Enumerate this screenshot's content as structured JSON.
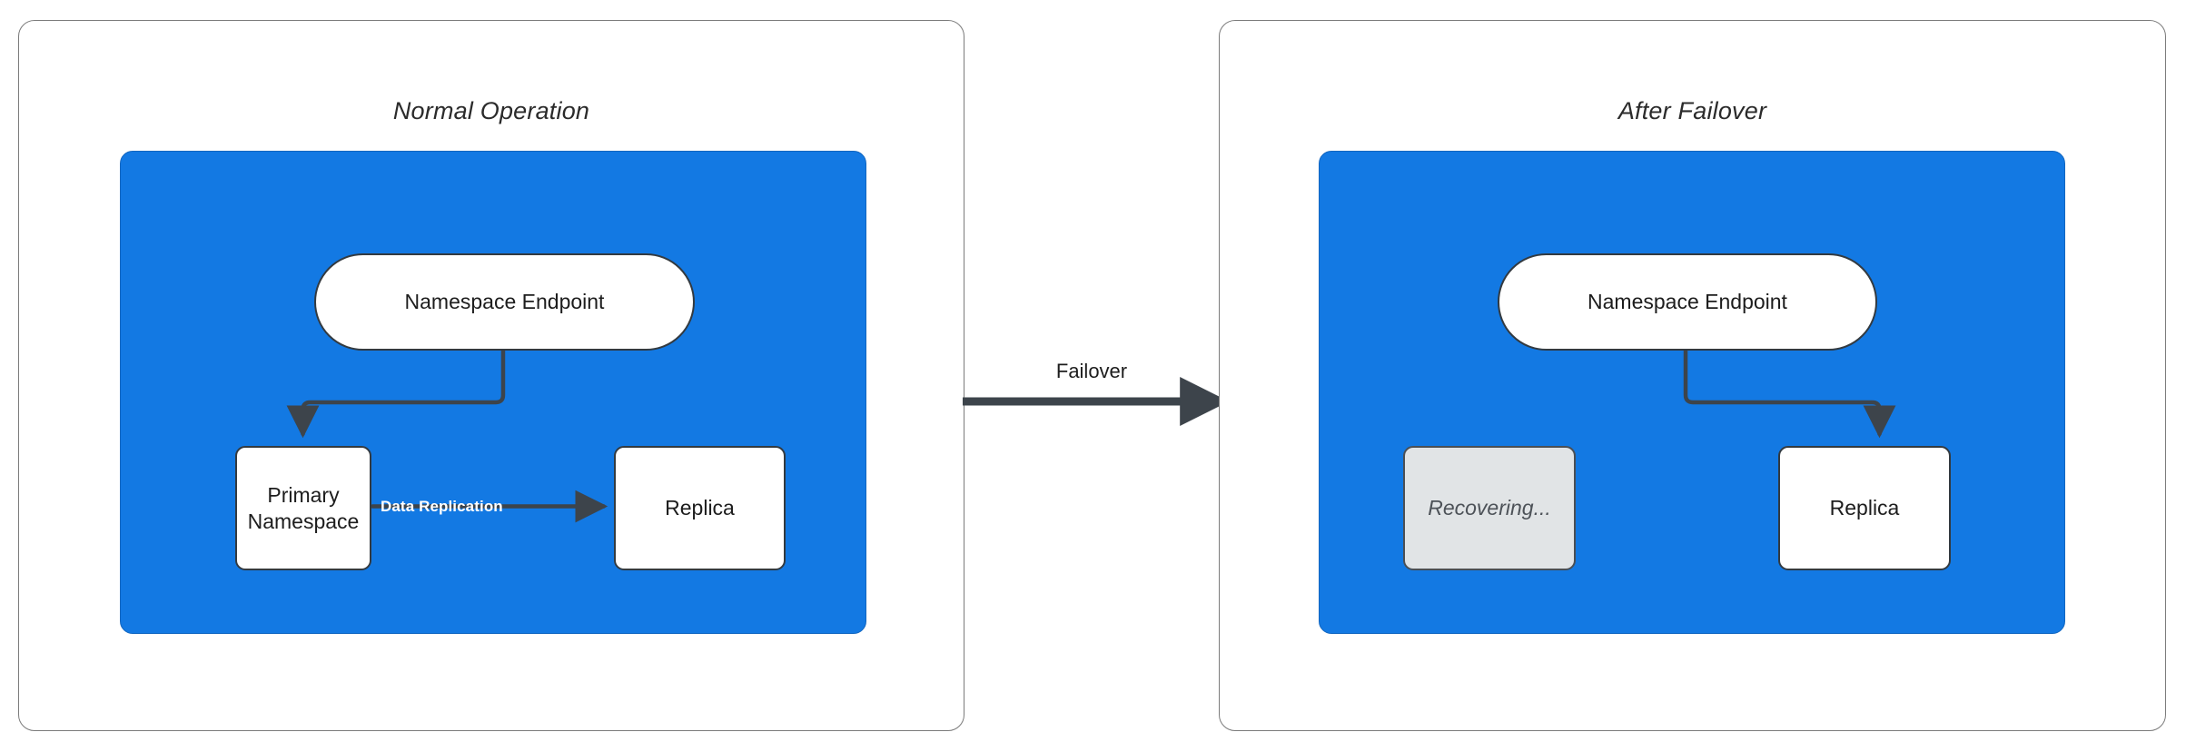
{
  "diagram": {
    "title_hidden": "",
    "colors": {
      "cluster_blue": "#1379e3",
      "node_border": "#333a40",
      "node_fill": "#ffffff",
      "recovering_fill": "#e1e4e6",
      "panel_border": "#7b7b7b",
      "edge_stroke": "#3d444b",
      "edge_label_text": "#ffffff",
      "title_text": "#2b2b2b"
    }
  },
  "panels": [
    {
      "id": "normal-operation",
      "title": "Normal Operation",
      "nodes": [
        {
          "id": "endpoint",
          "label": "Namespace Endpoint",
          "shape": "pill"
        },
        {
          "id": "primary",
          "label": "Primary\nNamespace",
          "shape": "box"
        },
        {
          "id": "replica",
          "label": "Replica",
          "shape": "box"
        }
      ],
      "edges": [
        {
          "from": "endpoint",
          "to": "primary",
          "label": ""
        },
        {
          "from": "primary",
          "to": "replica",
          "label": "Data Replication"
        }
      ]
    },
    {
      "id": "after-failover",
      "title": "After Failover",
      "nodes": [
        {
          "id": "endpoint",
          "label": "Namespace Endpoint",
          "shape": "pill"
        },
        {
          "id": "recovering",
          "label": "Recovering...",
          "shape": "box"
        },
        {
          "id": "replica",
          "label": "Replica",
          "shape": "box"
        }
      ],
      "edges": [
        {
          "from": "endpoint",
          "to": "replica",
          "label": ""
        }
      ]
    }
  ],
  "transition": {
    "label": "Failover",
    "direction": "left-to-right"
  }
}
